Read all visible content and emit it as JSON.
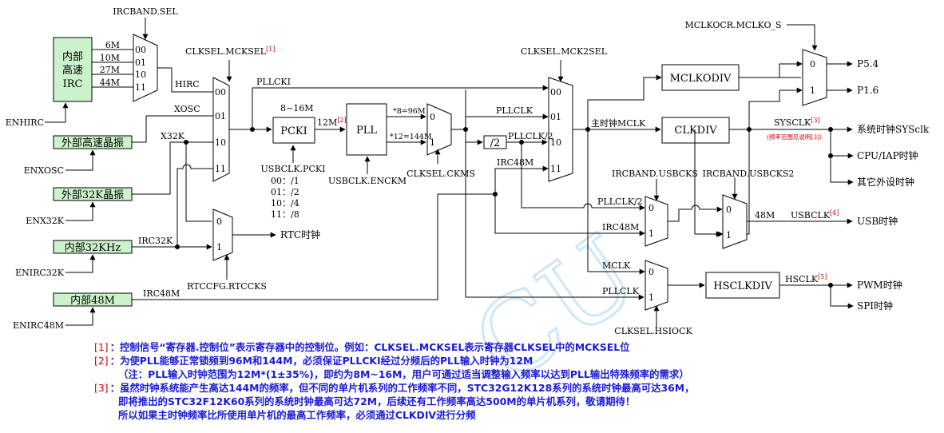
{
  "mux_labels": {
    "irc_band": "IRCBAND.SEL",
    "mck_sel": "CLKSEL.MCKSEL",
    "mck_sel_ref": "[1]",
    "mck2_sel": "CLKSEL.MCK2SEL",
    "mclko": "MCLKOCR.MCLKO_S",
    "ckms": "CLKSEL.CKMS",
    "usb_cks": "IRCBAND.USBCKS",
    "usb_cks2": "IRCBAND.USBCKS2",
    "rtc_cks": "RTCCFG.RTCCKS",
    "hsiock": "CLKSEL.HSIOCK",
    "pll_cki": "USBCLK.PCKI",
    "pll_enckm": "USBCLK.ENCKM"
  },
  "sources": {
    "irc_line1": "内部",
    "irc_line2": "高速",
    "irc_line3": "IRC",
    "xosc_box": "外部高速晶振",
    "x32k_box": "外部32K晶振",
    "irc32k_box": "内部32KHz",
    "irc48m_box": "内部48M"
  },
  "enables": {
    "enhirc": "ENHIRC",
    "enxosc": "ENXOSC",
    "enx32k": "ENX32K",
    "enirc32k": "ENIRC32K",
    "enirc48m": "ENIRC48M"
  },
  "freqs": [
    "6M",
    "10M",
    "27M",
    "44M"
  ],
  "ports": {
    "p00": "00",
    "p01": "01",
    "p10": "10",
    "p11": "11",
    "p0": "0",
    "p1": "1"
  },
  "signals": {
    "hirc": "HIRC",
    "xosc": "XOSC",
    "x32k": "X32K",
    "irc32k": "IRC32K",
    "irc48m": "IRC48M",
    "pllcki": "PLLCKI",
    "range_8_16": "8~16M",
    "twelve_m": "12M",
    "twelve_m_ref": "[2]",
    "x8": "*8=96M",
    "x12": "*12=144M",
    "pllclk": "PLLCLK",
    "pllclk2": "PLLCLK/2",
    "main_clk": "主时钟MCLK",
    "sysclk": "SYSCLK",
    "sysclk_ref": "[3]",
    "sysclk_note": "(频率范围见说明[3])",
    "fortyeight": "48M",
    "usbclk": "USBCLK",
    "usbclk_ref": "[4]",
    "mclk": "MCLK",
    "hsclk": "HSCLK",
    "hsclk_ref": "[5]"
  },
  "blocks": {
    "pcki": "PCKI",
    "pll": "PLL",
    "div2": "/2",
    "clkdiv": "CLKDIV",
    "mclkodiv": "MCLKODIV",
    "hsclkdiv": "HSCLKDIV"
  },
  "pcki_divs": [
    "00：/1",
    "01：/2",
    "10：/4",
    "11：/8"
  ],
  "outputs": {
    "p54": "P5.4",
    "p16": "P1.6",
    "sys": "系统时钟SYSclk",
    "cpu": "CPU/IAP时钟",
    "other": "其它外设时钟",
    "usb": "USB时钟",
    "pwm": "PWM时钟",
    "spi": "SPI时钟",
    "rtc": "RTC时钟"
  },
  "watermark": "CU",
  "notes": [
    {
      "ref": "[1]",
      "text": "：控制信号“寄存器.控制位”表示寄存器中的控制位。例如：CLKSEL.MCKSEL表示寄存器CLKSEL中的MCKSEL位"
    },
    {
      "ref": "[2]",
      "text": "：为使PLL能够正常锁频到96M和144M，必须保证PLLCKI经过分频后的PLL输入时钟为12M"
    },
    {
      "ref": "",
      "text": "（注：PLL输入时钟范围为12M*(1±35%)，即约为8M~16M，用户可通过适当调整输入频率以达到PLL输出特殊频率的需求）"
    },
    {
      "ref": "[3]",
      "text": "：虽然时钟系统能产生高达144M的频率，但不同的单片机系列的工作频率不同，STC32G12K128系列的系统时钟最高可达36M，"
    },
    {
      "ref": "",
      "text": "即将推出的STC32F12K60系列的系统时钟最高可达72M，后续还有工作频率高达500M的单片机系列，敬请期待！"
    },
    {
      "ref": "",
      "text": "所以如果主时钟频率比所使用单片机的最高工作频率，必须通过CLKDIV进行分频"
    }
  ]
}
